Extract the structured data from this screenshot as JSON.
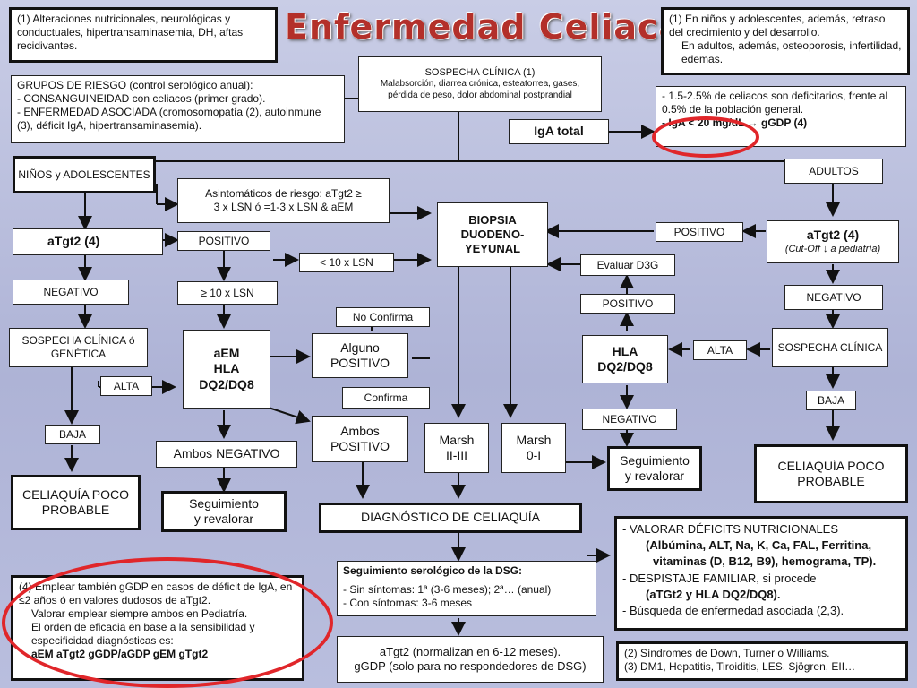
{
  "title": "Enfermedad   Celiaca",
  "note_top_left": "(1)  Alteraciones nutricionales, neurológicas y conductuales, hipertransaminasemia, DH, aftas recidivantes.",
  "note_top_right": {
    "l1": "(1)  En niños y adolescentes, además, retraso del crecimiento y del desarrollo.",
    "l2": "En adultos, además, osteoporosis, infertilidad, edemas."
  },
  "risk_groups": {
    "l1": "GRUPOS DE RIESGO (control serológico anual):",
    "l2": "- CONSANGUINEIDAD con celiacos (primer grado).",
    "l3": "- ENFERMEDAD ASOCIADA  (cromosomopatía (2), autoinmune (3), déficit IgA, hipertransaminasemia)."
  },
  "clinical_suspicion": {
    "title": "SOSPECHA  CLÍNICA (1)",
    "body": "Malabsorción, diarrea crónica, esteatorrea, gases, pérdida de peso, dolor abdominal postprandial"
  },
  "iga_total": "IgA  total",
  "iga_note": {
    "l1": "- 1.5-2.5% de celiacos son deficitarios, frente al 0.5% de la población general.",
    "l2": "- IgA < 20 mg/dL  →  gGDP (4)"
  },
  "children": "NIÑOS    y ADOLESCENTES",
  "adults": "ADULTOS",
  "asymptomatic": {
    "l1": "Asintomáticos de riesgo:  aTgt2   ≥",
    "l2": "3 x LSN    ó    =1-3 x LSN  &  aEM"
  },
  "left_flow": {
    "atgt2": "aTgt2 (4)",
    "negativo": "NEGATIVO",
    "sospecha": "SOSPECHA CLÍNICA ó GENÉTICA",
    "alta": "ALTA",
    "baja": "BAJA",
    "poco": "CELIAQUÍA POCO  PROBABLE"
  },
  "center_left": {
    "positivo": "POSITIVO",
    "lt10": "< 10 x LSN",
    "ge10": "≥ 10 x LSN",
    "aem_hla": "aEM\nHLA\nDQ2/DQ8",
    "no_confirma": "No  Confirma",
    "alguno": "Alguno POSITIVO",
    "confirma": "Confirma",
    "ambos_pos": "Ambos POSITIVO",
    "ambos_neg": "Ambos NEGATIVO",
    "seguimiento": "Seguimiento\ny  revalorar"
  },
  "biopsy": "BIOPSIA\nDUODENO-\nYEYUNAL",
  "marsh_23": "Marsh\nII-III",
  "marsh_01": "Marsh\n0-I",
  "right_flow": {
    "atgt2": "aTgt2 (4)",
    "cutoff": "(Cut-Off  ↓ a pediatría)",
    "positivo_top": "POSITIVO",
    "evaluar": "Evaluar D3G",
    "positivo_mid": "POSITIVO",
    "negativo_r": "NEGATIVO",
    "sospecha": "SOSPECHA CLÍNICA",
    "alta": "ALTA",
    "hla": "HLA\nDQ2/DQ8",
    "negativo_hla": "NEGATIVO",
    "baja": "BAJA",
    "seguimiento": "Seguimiento\ny  revalorar",
    "poco": "CELIAQUÍA  POCO PROBABLE"
  },
  "diagnosis": "DIAGNÓSTICO   DE  CELIAQUÍA",
  "serology": {
    "title": "Seguimiento serológico de la DSG:",
    "l1": "- Sin síntomas:  1ª (3-6 meses);  2ª… (anual)",
    "l2": "- Con síntomas:   3-6 meses"
  },
  "atgt2_normalize": {
    "l1": "aTgt2 (normalizan en 6-12 meses).",
    "l2": "gGDP (solo para no respondedores de DSG)"
  },
  "deficits": {
    "l1": "- VALORAR DÉFICITS NUTRICIONALES",
    "l2": "(Albúmina, ALT, Na, K, Ca, FAL, Ferritina,",
    "l3": "vitaminas (D, B12, B9), hemograma, TP).",
    "l4": "- DESPISTAJE FAMILIAR,  si procede",
    "l5": "(aTGt2    y    HLA DQ2/DQ8).",
    "l6": "- Búsqueda de enfermedad asociada (2,3)."
  },
  "note4": {
    "l1": "(4)  Emplear también gGDP en casos de déficit de IgA, en ≤2 años ó en valores dudosos de aTgt2.",
    "l2": "Valorar emplear siempre ambos en Pediatría.",
    "l3": "El orden de eficacia en base a la sensibilidad  y especificidad diagnósticas es:",
    "l4": "aEM    aTgt2    gGDP/aGDP    gEM    gTgt2"
  },
  "note23": {
    "l1": "(2)  Síndromes de Down, Turner o Williams.",
    "l2": "(3)  DM1, Hepatitis, Tiroiditis, LES, Sjögren, EII…"
  },
  "colors": {
    "title": "#b3302a",
    "ring": "#e0262a"
  }
}
